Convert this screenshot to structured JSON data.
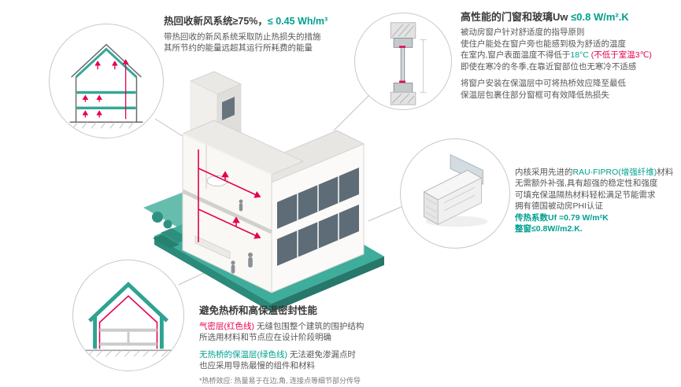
{
  "colors": {
    "teal": "#00a08e",
    "platform_teal": "#3fad9c",
    "magenta": "#e5004f",
    "dark_text": "#3a3a3a",
    "body_text": "#595757"
  },
  "hrv": {
    "title_dark": "热回收新风系统≥75%，",
    "title_accent": "≤ 0.45 Wh/m³",
    "line1": "带热回收的新风系统采取防止热损失的措施",
    "line2": "其所节约的能量远超其运行所耗费的能量"
  },
  "windows": {
    "title_dark": "高性能的门窗和玻璃Uw ",
    "title_accent": "≤0.8 W/m².K",
    "p1_l1": "被动房窗户针对舒适度的指导原则",
    "p1_l2": "使住户能处在窗户旁也能感到极为舒适的温度",
    "p1_l3a": "在室内,窗户表面温度不得低于",
    "p1_l3b": "18°C",
    "p1_l3c": " (不低于室温3℃)",
    "p1_l4": "即使在寒冷的冬季,在靠近窗部位也无寒冷不适感",
    "p2_l1": "将窗户安装在保温层中可将热桥效应降至最低",
    "p2_l2": "保温层包裹住部分窗框可有效降低热损失"
  },
  "profile": {
    "l1a": "内核采用先进的",
    "l1b": "RAU-FIPRO(增强纤维)",
    "l1c": "材料",
    "l2": "无需额外补强,具有超强的稳定性和强度",
    "l3": "可填充保温隔热材料轻松满足节能需求",
    "l4": "拥有德国被动房PHI认证",
    "l5": "传热系数Uf =0.79 W/m²K",
    "l6": "整窗≤0.8W//m2.K."
  },
  "thermal": {
    "title": "避免热桥和高保温密封性能",
    "p1_l1a": "气密层(红色线)",
    "p1_l1b": " 无缝包围整个建筑的围护结构",
    "p1_l2": "所选用材料和节点应在设计阶段明确",
    "p2_l1a": "无热桥的保温层(绿色线)",
    "p2_l1b": " 无法避免渗漏点时",
    "p2_l2": "也应采用导热最慢的组件和材料",
    "footnote": "*热桥效应: 热量易于在边,角, 连接点等细节部分传导"
  }
}
